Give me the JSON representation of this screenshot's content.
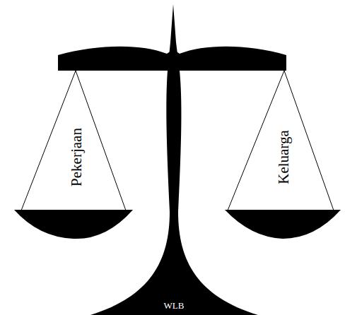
{
  "diagram": {
    "labels": [
      "Pekerjaan",
      "Keluarga",
      "WLB"
    ]
  }
}
